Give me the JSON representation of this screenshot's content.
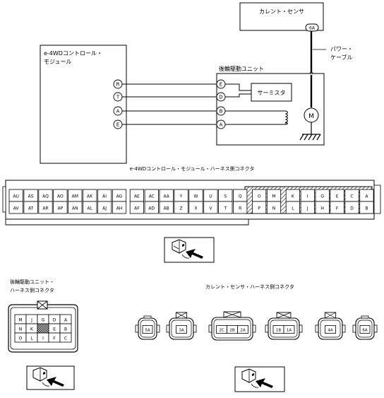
{
  "diagram": {
    "current_sensor": {
      "title": "カレント・センサ",
      "terminal": "6A"
    },
    "module": {
      "title_line1": "e-4WDコントロール・",
      "title_line2": "モジュール",
      "pins": [
        "R",
        "T",
        "A",
        "E"
      ]
    },
    "power_cable": {
      "line1": "パワー・",
      "line2": "ケーブル"
    },
    "rear_unit": {
      "title": "後輪駆動ユニット",
      "pins": [
        "E",
        "D",
        "B",
        "A"
      ],
      "thermistor": "サーミスタ",
      "motor": "M"
    }
  },
  "harness_connector": {
    "title": "e-4WDコントロール・モジュール・ハーネス側コネクタ",
    "top_row": [
      "AU",
      "AS",
      "AQ",
      "AO",
      "AM",
      "AK",
      "AI",
      "AG",
      "AE",
      "AC",
      "AA",
      "Y",
      "W",
      "U",
      "S",
      "Q",
      "O",
      "M",
      "K",
      "I",
      "G",
      "E",
      "C",
      "A"
    ],
    "bottom_row": [
      "AV",
      "AT",
      "AR",
      "AP",
      "AN",
      "AL",
      "AJ",
      "AH",
      "AF",
      "AD",
      "AB",
      "Z",
      "X",
      "V",
      "T",
      "R",
      "P",
      "N",
      "L",
      "J",
      "H",
      "F",
      "D",
      "B"
    ]
  },
  "rear_unit_connector": {
    "title_line1": "後輪駆動ユニット・",
    "title_line2": "ハーネス側コネクタ",
    "rows": [
      [
        "M",
        "J",
        "G",
        "D",
        "A"
      ],
      [
        "N",
        "K",
        "",
        "E",
        "B"
      ],
      [
        "O",
        "L",
        "I",
        "F",
        "C"
      ]
    ]
  },
  "current_sensor_connectors": {
    "title": "カレント・センサ・ハーネス側コネクタ",
    "connectors": [
      [
        "5A"
      ],
      [
        "3A"
      ],
      [
        "2C",
        "2B",
        "2A"
      ],
      [
        "1B",
        "1A"
      ],
      [
        "4A"
      ],
      [
        "6A"
      ]
    ]
  },
  "colors": {
    "line": "#000000",
    "hatch": "#444444",
    "background": "#ffffff"
  },
  "icons": [
    "connector-probe-icon"
  ]
}
